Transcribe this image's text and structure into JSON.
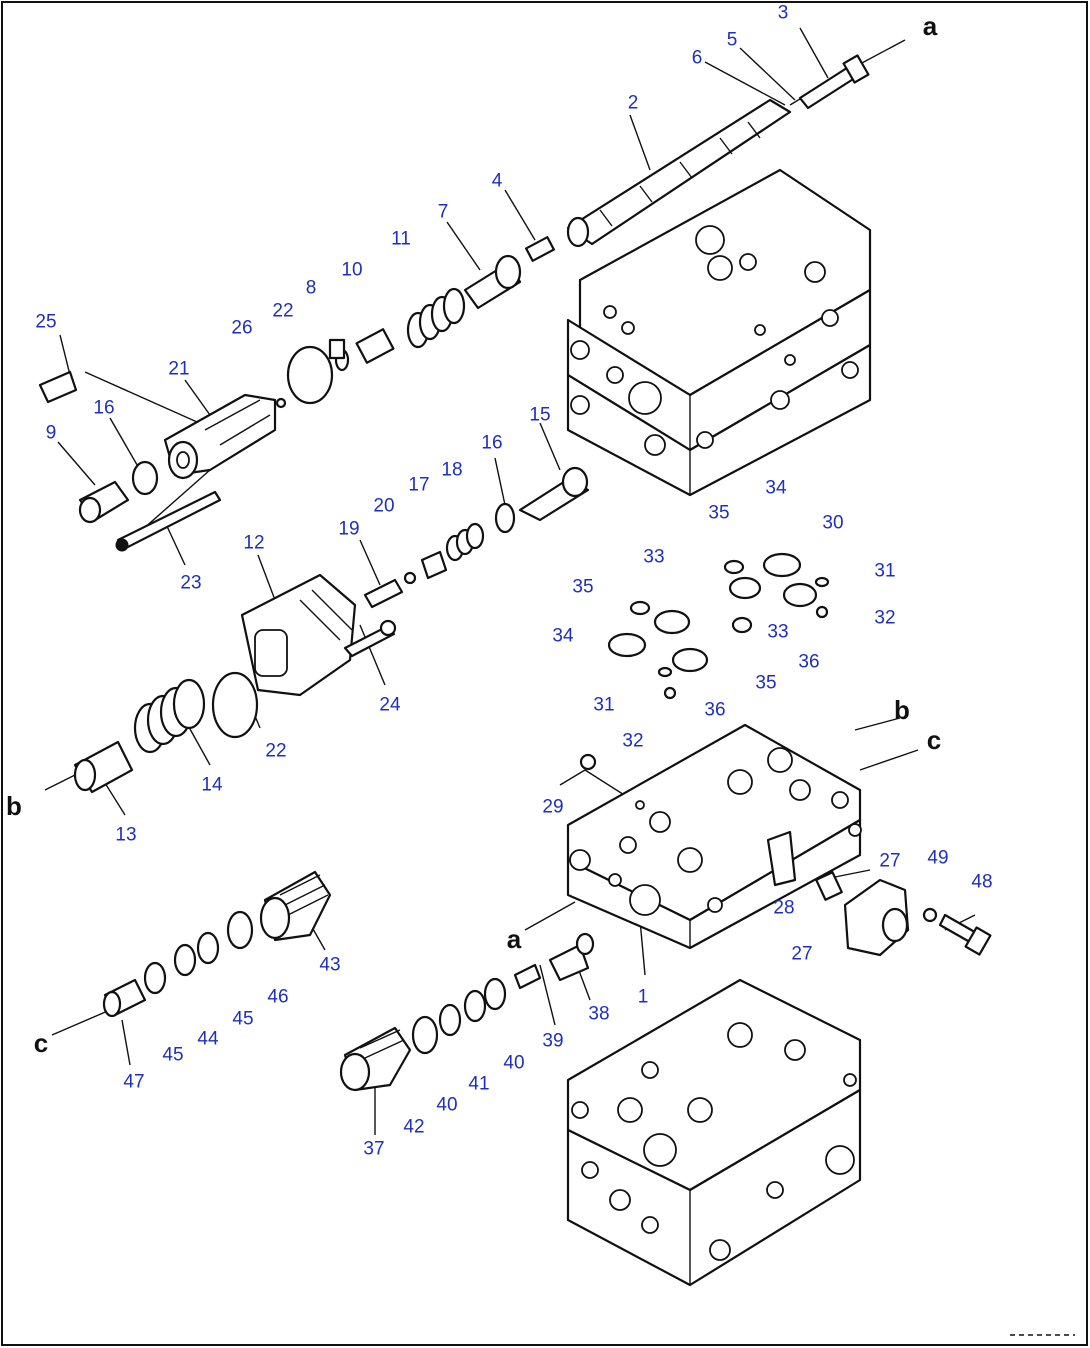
{
  "colors": {
    "callout": "#1e2fbf",
    "line": "#111111",
    "background": "#ffffff"
  },
  "callouts": [
    "3",
    "5",
    "6",
    "2",
    "4",
    "7",
    "11",
    "10",
    "8",
    "22",
    "26",
    "21",
    "25",
    "16",
    "9",
    "23",
    "15",
    "16",
    "18",
    "17",
    "20",
    "19",
    "12",
    "24",
    "22",
    "14",
    "13",
    "35",
    "34",
    "30",
    "31",
    "32",
    "33",
    "36",
    "35",
    "33",
    "35",
    "34",
    "31",
    "36",
    "32",
    "29",
    "27",
    "49",
    "48",
    "28",
    "27",
    "1",
    "38",
    "39",
    "40",
    "41",
    "40",
    "42",
    "37",
    "43",
    "46",
    "45",
    "44",
    "45",
    "47"
  ],
  "port_labels": [
    "a",
    "a",
    "b",
    "b",
    "c",
    "c"
  ]
}
